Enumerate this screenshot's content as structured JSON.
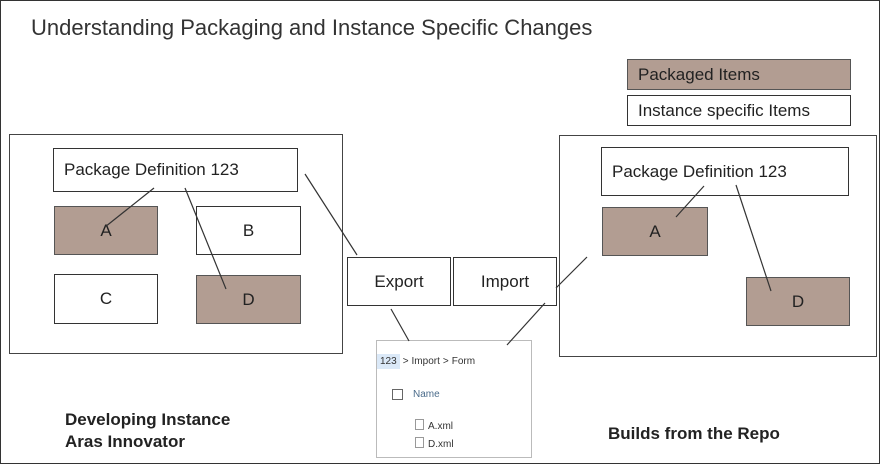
{
  "title": "Understanding Packaging and Instance Specific Changes",
  "legend": {
    "packaged": "Packaged Items",
    "instance": "Instance specific Items"
  },
  "left": {
    "package_def": "Package Definition 123",
    "items": {
      "a": "A",
      "b": "B",
      "c": "C",
      "d": "D"
    },
    "caption_line1": "Developing Instance",
    "caption_line2": "Aras Innovator"
  },
  "right": {
    "package_def": "Package Definition 123",
    "items": {
      "a": "A",
      "d": "D"
    },
    "caption": "Builds from the Repo"
  },
  "actions": {
    "export": "Export",
    "import": "Import"
  },
  "explorer": {
    "breadcrumb": [
      "123",
      "Import",
      "Form"
    ],
    "separator": ">",
    "column_header": "Name",
    "files": [
      "A.xml",
      "D.xml"
    ]
  },
  "colors": {
    "packaged": "#b29d92",
    "instance": "#ffffff"
  },
  "icons": {
    "checkbox": "checkbox-icon",
    "file": "file-icon",
    "breadcrumb_sep": "chevron-right-icon"
  }
}
